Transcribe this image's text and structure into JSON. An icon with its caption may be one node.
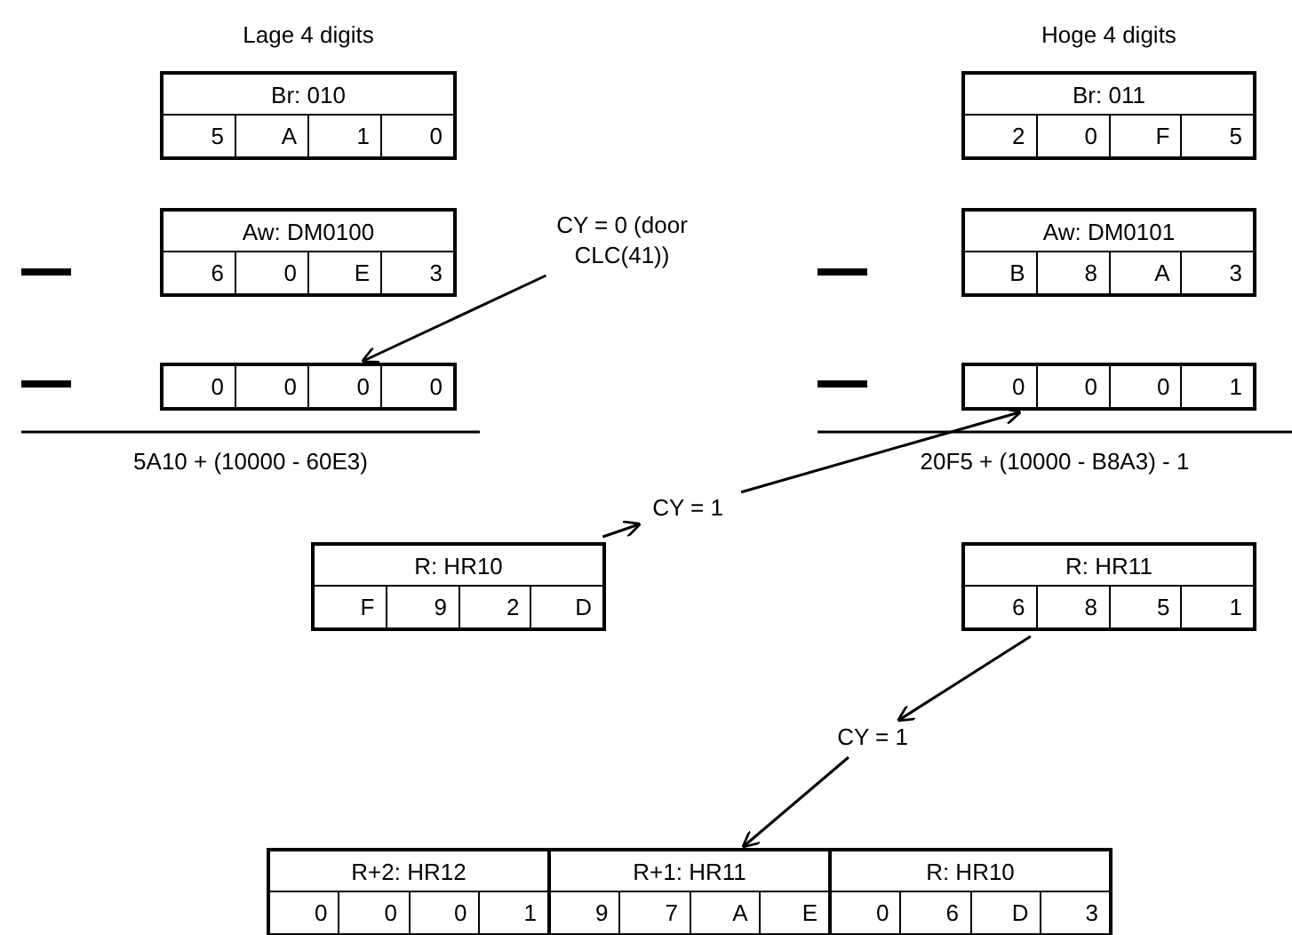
{
  "diagram": {
    "nodes": [
      {
        "text": [
          "Br: 010",
          "5",
          "A",
          "1",
          "0"
        ]
      },
      {
        "text": [
          "Aw: DM0100",
          "6",
          "0",
          "E",
          "3"
        ]
      },
      {
        "text": [
          "0",
          "0",
          "0",
          "0"
        ]
      },
      {
        "text": [
          "CY = 0 (door CLC(41))"
        ]
      },
      {
        "text": [
          "Br: 011",
          "2",
          "0",
          "F",
          "5"
        ]
      },
      {
        "text": [
          "Aw: DM0101",
          "B",
          "8",
          "A",
          "3"
        ]
      },
      {
        "text": [
          "0",
          "0",
          "0",
          "1"
        ]
      },
      {
        "text": [
          "R: HR10",
          "F",
          "9",
          "2",
          "D"
        ]
      },
      {
        "text": [
          "CY = 1"
        ]
      },
      {
        "text": [
          "R: HR11",
          "6",
          "8",
          "5",
          "1"
        ]
      },
      {
        "text": [
          "CY = 1"
        ]
      },
      {
        "text": [
          "R+2: HR12",
          "0",
          "0",
          "0",
          "1"
        ]
      },
      {
        "text": [
          "R+1: HR11",
          "9",
          "7",
          "A",
          "E"
        ]
      },
      {
        "text": [
          "R: HR10",
          "0",
          "6",
          "D",
          "3"
        ]
      }
    ],
    "edges": [
      {
        "from": 3,
        "to": 2,
        "arrow": "to"
      },
      {
        "from": 7,
        "to": 8,
        "arrow": "to"
      },
      {
        "from": 8,
        "to": 6,
        "arrow": "to"
      },
      {
        "from": 9,
        "to": 10,
        "arrow": "to"
      },
      {
        "from": 10,
        "to": 12,
        "arrow": "to"
      }
    ],
    "labels": [
      "Lage 4 digits",
      "Hoge 4 digits",
      "5A10 + (10000 - 60E3)",
      "20F5 + (10000 - B8A3) - 1"
    ]
  }
}
